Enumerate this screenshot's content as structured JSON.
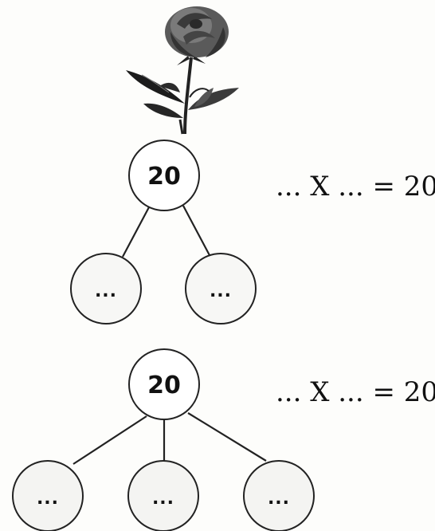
{
  "tree_1": {
    "root": "20",
    "children": [
      "...",
      "..."
    ],
    "equation": "... X ... = 20"
  },
  "tree_2": {
    "root": "20",
    "children": [
      "...",
      "...",
      "..."
    ],
    "equation": "... X ... = 20"
  },
  "illustration": "rose-icon"
}
